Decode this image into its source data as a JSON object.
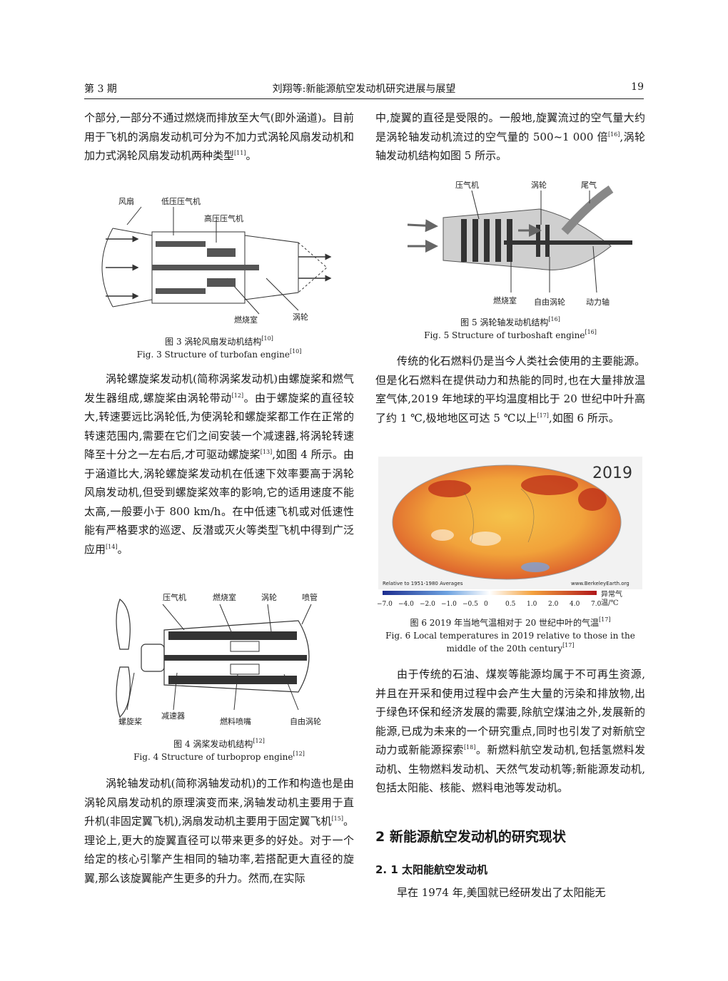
{
  "header": {
    "issue": "第 3 期",
    "title": "刘翔等:新能源航空发动机研究进展与展望",
    "page": "19"
  },
  "left": {
    "p1": "个部分,一部分不通过燃烧而排放至大气(即外涵道)。目前用于飞机的涡扇发动机可分为不加力式涡轮风扇发动机和加力式涡轮风扇发动机两种类型",
    "p1_ref": "[11]",
    "p1_end": "。",
    "fig3": {
      "labels": {
        "fan": "风扇",
        "lpc": "低压压气机",
        "hpc": "高压压气机",
        "comb": "燃烧室",
        "turb": "涡轮"
      },
      "cap_cn": "图 3   涡轮风扇发动机结构",
      "cap_cn_ref": "[10]",
      "cap_en": "Fig. 3   Structure of turbofan engine",
      "cap_en_ref": "[10]"
    },
    "p2a": "涡轮螺旋桨发动机(简称涡桨发动机)由螺旋桨和燃气发生器组成,螺旋桨由涡轮带动",
    "p2_ref1": "[12]",
    "p2b": "。由于螺旋桨的直径较大,转速要远比涡轮低,为使涡轮和螺旋桨都工作在正常的转速范围内,需要在它们之间安装一个减速器,将涡轮转速降至十分之一左右后,才可驱动螺旋桨",
    "p2_ref2": "[13]",
    "p2c": ",如图 4 所示。由于涵道比大,涡轮螺旋桨发动机在低速下效率要高于涡轮风扇发动机,但受到螺旋桨效率的影响,它的适用速度不能太高,一般要小于 800 km/h。在中低速飞机或对低速性能有严格要求的巡逻、反潜或灭火等类型飞机中得到广泛应用",
    "p2_ref3": "[14]",
    "p2d": "。",
    "fig4": {
      "labels": {
        "comp": "压气机",
        "comb": "燃烧室",
        "turb": "涡轮",
        "nozzle": "喷管",
        "prop": "螺旋桨",
        "gear": "减速器",
        "inj": "燃料喷嘴",
        "ft": "自由涡轮"
      },
      "cap_cn": "图 4   涡桨发动机结构",
      "cap_cn_ref": "[12]",
      "cap_en": "Fig. 4   Structure of turboprop engine",
      "cap_en_ref": "[12]"
    },
    "p3a": "涡轮轴发动机(简称涡轴发动机)的工作和构造也是由涡轮风扇发动机的原理演变而来,涡轴发动机主要用于直升机(非固定翼飞机),涡扇发动机主要用于固定翼飞机",
    "p3_ref": "[15]",
    "p3b": "。理论上,更大的旋翼直径可以带来更多的好处。对于一个给定的核心引擎产生相同的轴功率,若搭配更大直径的旋翼,那么该旋翼能产生更多的升力。然而,在实际"
  },
  "right": {
    "p1a": "中,旋翼的直径是受限的。一般地,旋翼流过的空气量大约是涡轮轴发动机流过的空气量的 500~1 000 倍",
    "p1_ref": "[16]",
    "p1b": ",涡轮轴发动机结构如图 5 所示。",
    "fig5": {
      "labels": {
        "comp": "压气机",
        "turb": "涡轮",
        "exh": "尾气",
        "comb": "燃烧室",
        "ft": "自由涡轮",
        "shaft": "动力轴"
      },
      "cap_cn": "图 5   涡轮轴发动机结构",
      "cap_cn_ref": "[16]",
      "cap_en": "Fig. 5   Structure of turboshaft engine",
      "cap_en_ref": "[16]"
    },
    "p2a": "传统的化石燃料仍是当今人类社会使用的主要能源。但是化石燃料在提供动力和热能的同时,也在大量排放温室气体,2019 年地球的平均温度相比于 20 世纪中叶升高了约 1 ℃,极地地区可达 5 ℃以上",
    "p2_ref": "[17]",
    "p2b": ",如图 6 所示。",
    "fig6": {
      "year": "2019",
      "relative": "Relative to 1951-1980 Averages",
      "site": "www.BerkeleyEarth.org",
      "scale": [
        "−7.0",
        "−4.0",
        "−2.0",
        "−1.0",
        "−0.5",
        "0",
        "0.5",
        "1.0",
        "2.0",
        "4.0",
        "7.0"
      ],
      "unit1": "异常气",
      "unit2": "温/℃",
      "cap_cn": "图 6   2019 年当地气温相对于 20 世纪中叶的气温",
      "cap_cn_ref": "[17]",
      "cap_en1": "Fig. 6   Local temperatures in 2019 relative to those in the",
      "cap_en2": "middle of the 20th century",
      "cap_en_ref": "[17]"
    },
    "p3a": "由于传统的石油、煤炭等能源均属于不可再生资源,并且在开采和使用过程中会产生大量的污染和排放物,出于绿色环保和经济发展的需要,除航空煤油之外,发展新的能源,已成为未来的一个研究重点,同时也引发了对新航空动力或新能源探索",
    "p3_ref": "[18]",
    "p3b": "。新燃料航空发动机,包括氢燃料发动机、生物燃料发动机、天然气发动机等;新能源发动机,包括太阳能、核能、燃料电池等发动机。",
    "h1": "2   新能源航空发动机的研究现状",
    "h2": "2. 1   太阳能航空发动机",
    "p4": "早在 1974 年,美国就已经研发出了太阳能无"
  },
  "colors": {
    "hot": "#c0321a",
    "warm": "#f1a23a",
    "cool": "#2a58b8",
    "neutral": "#ffffff"
  }
}
